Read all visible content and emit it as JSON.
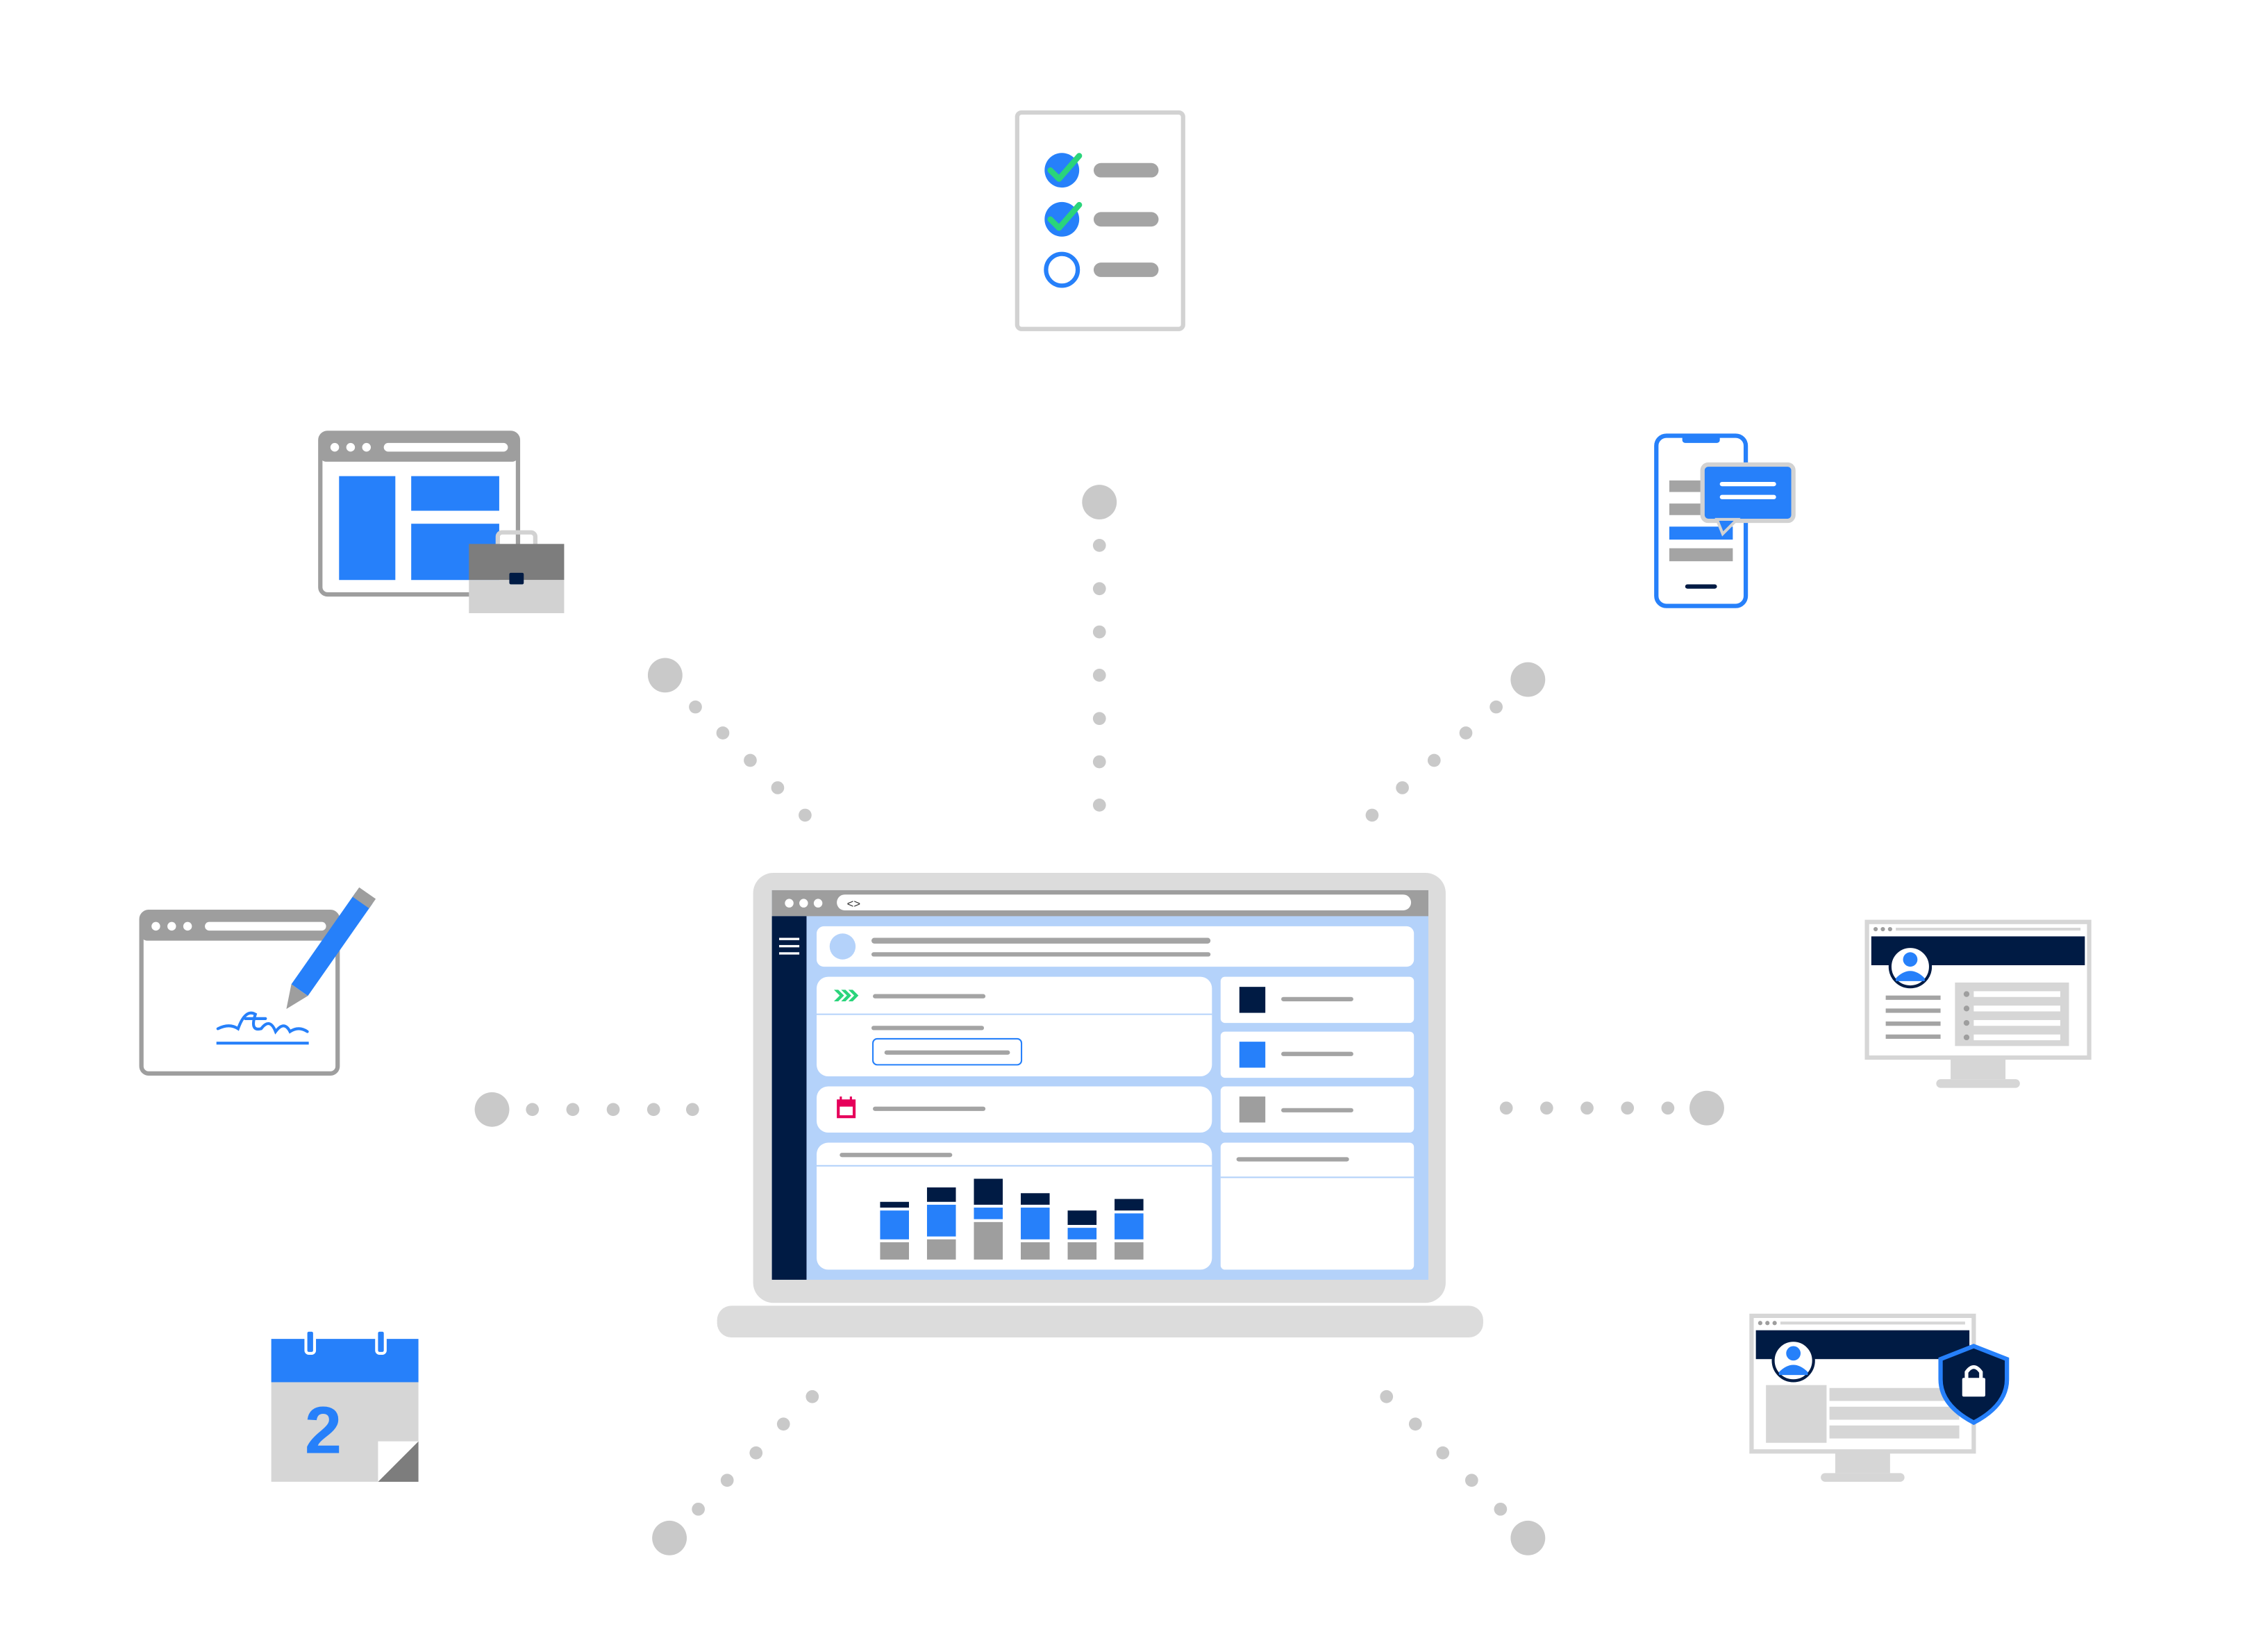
{
  "calendar": {
    "day": "2"
  },
  "laptop": {
    "url_glyph": "<>",
    "chart_data": {
      "type": "bar",
      "categories": [
        "",
        "",
        "",
        "",
        "",
        ""
      ],
      "series": [
        {
          "values": [
            12,
            14,
            26,
            12,
            12,
            12
          ]
        },
        {
          "values": [
            20,
            22,
            8,
            22,
            8,
            18
          ]
        },
        {
          "values": [
            4,
            10,
            18,
            8,
            10,
            8
          ]
        }
      ]
    }
  },
  "colors": {
    "blue": "#2680fa",
    "navy": "#001b44",
    "light_blue": "#b4d2fa",
    "gray": "#9e9e9e",
    "light_gray": "#d6d6d6",
    "green": "#2ad47b",
    "pink": "#e6005a"
  }
}
